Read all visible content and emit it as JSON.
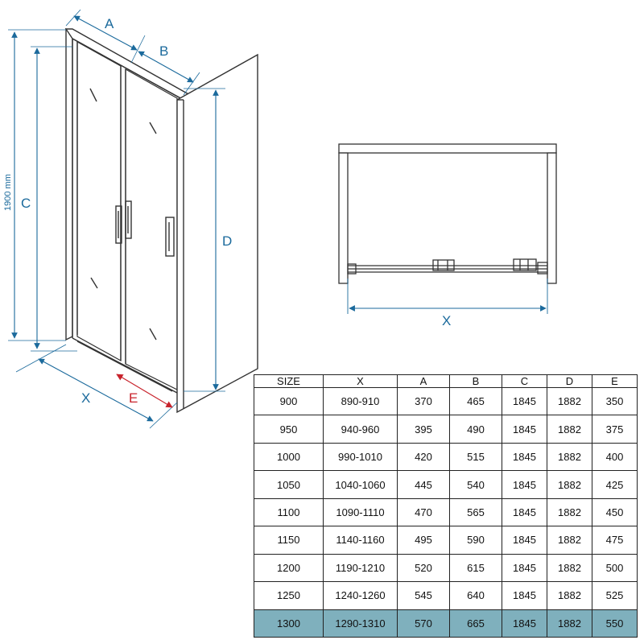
{
  "diagram": {
    "labels": {
      "a": "A",
      "b": "B",
      "c": "C",
      "d": "D",
      "e": "E",
      "x_side": "X",
      "x_plan": "X",
      "height": "1900 mm"
    },
    "colors": {
      "dimension": "#1b6a9c",
      "dimension_e": "#c8232c",
      "outline": "#333333",
      "highlight_row": "#7fb0bd"
    }
  },
  "table": {
    "headers": [
      "SIZE",
      "X",
      "A",
      "B",
      "C",
      "D",
      "E"
    ],
    "rows": [
      [
        "900",
        "890-910",
        "370",
        "465",
        "1845",
        "1882",
        "350"
      ],
      [
        "950",
        "940-960",
        "395",
        "490",
        "1845",
        "1882",
        "375"
      ],
      [
        "1000",
        "990-1010",
        "420",
        "515",
        "1845",
        "1882",
        "400"
      ],
      [
        "1050",
        "1040-1060",
        "445",
        "540",
        "1845",
        "1882",
        "425"
      ],
      [
        "1100",
        "1090-1110",
        "470",
        "565",
        "1845",
        "1882",
        "450"
      ],
      [
        "1150",
        "1140-1160",
        "495",
        "590",
        "1845",
        "1882",
        "475"
      ],
      [
        "1200",
        "1190-1210",
        "520",
        "615",
        "1845",
        "1882",
        "500"
      ],
      [
        "1250",
        "1240-1260",
        "545",
        "640",
        "1845",
        "1882",
        "525"
      ],
      [
        "1300",
        "1290-1310",
        "570",
        "665",
        "1845",
        "1882",
        "550"
      ]
    ],
    "highlighted_row": 8
  }
}
